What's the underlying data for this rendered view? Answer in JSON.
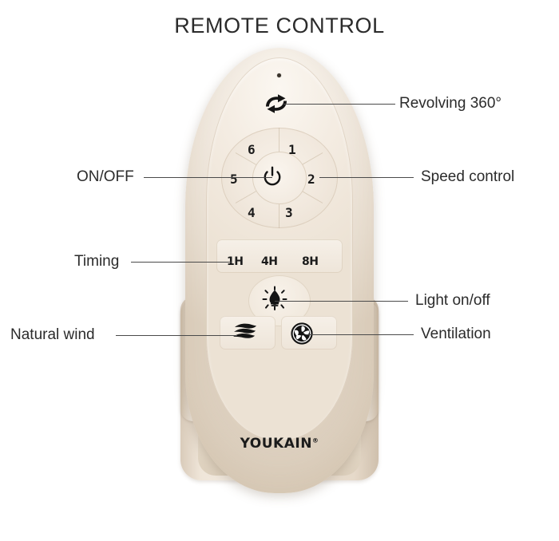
{
  "page": {
    "title": "REMOTE CONTROL",
    "background_color": "#ffffff",
    "text_color": "#2b2b2b"
  },
  "device": {
    "brand": "YOUKAIN",
    "brand_trademark": "®",
    "body_color": "#f1e8dd",
    "body_shadow_color": "#cfc0ac",
    "faceplate_color": "#f4ece2",
    "cradle_color": "#e9dece"
  },
  "controls": {
    "ir_led": {
      "name": "ir-emitter"
    },
    "revolving": {
      "icon": "revolving-arrows-icon",
      "label": "Revolving 360°"
    },
    "power": {
      "icon": "power-icon",
      "label": "ON/OFF"
    },
    "speed_dial": {
      "label": "Speed control",
      "numbers": [
        "1",
        "2",
        "3",
        "4",
        "5",
        "6"
      ]
    },
    "timing": {
      "label": "Timing",
      "options": [
        "1H",
        "4H",
        "8H"
      ]
    },
    "light": {
      "icon": "light-bulb-icon",
      "label": "Light on/off"
    },
    "natural_wind": {
      "icon": "wave-lines-icon",
      "label": "Natural wind"
    },
    "ventilation": {
      "icon": "fan-icon",
      "label": "Ventilation"
    }
  },
  "callouts": {
    "left": [
      {
        "key": "power",
        "text": "ON/OFF"
      },
      {
        "key": "timing",
        "text": "Timing"
      },
      {
        "key": "natural_wind",
        "text": "Natural wind"
      }
    ],
    "right": [
      {
        "key": "revolving",
        "text": "Revolving 360°"
      },
      {
        "key": "speed_dial",
        "text": "Speed control"
      },
      {
        "key": "light",
        "text": "Light on/off"
      },
      {
        "key": "ventilation",
        "text": "Ventilation"
      }
    ]
  }
}
